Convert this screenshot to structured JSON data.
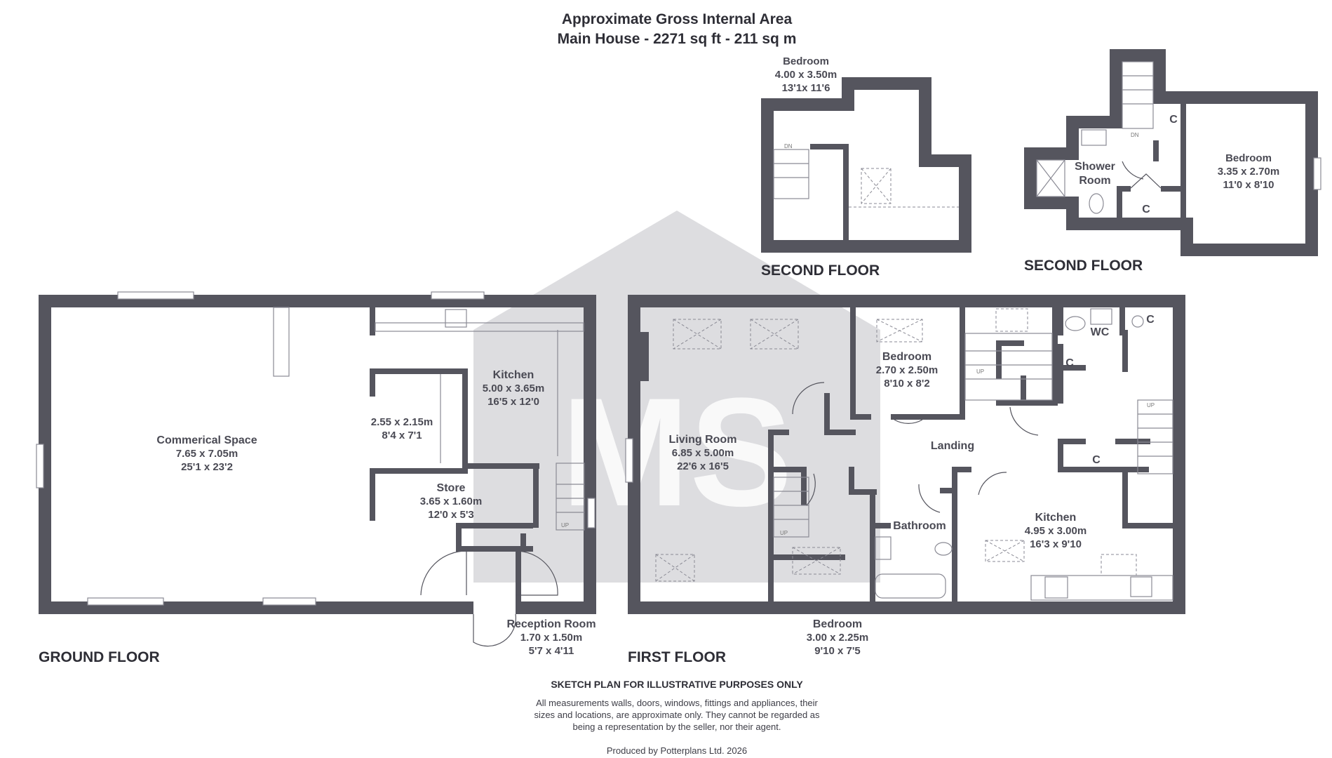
{
  "header": {
    "line1": "Approximate Gross Internal Area",
    "line2": "Main House - 2271 sq ft - 211 sq m"
  },
  "watermark": {
    "text": "MS"
  },
  "floors": {
    "ground": "GROUND FLOOR",
    "first": "FIRST FLOOR",
    "second_left": "SECOND FLOOR",
    "second_right": "SECOND FLOOR"
  },
  "rooms": {
    "commercial": {
      "name": "Commerical Space",
      "metric": "7.65 x 7.05m",
      "imperial": "25'1 x 23'2"
    },
    "gf_kitchen": {
      "name": "Kitchen",
      "metric": "5.00 x 3.65m",
      "imperial": "16'5 x 12'0"
    },
    "gf_unnamed": {
      "metric": "2.55 x 2.15m",
      "imperial": "8'4 x 7'1"
    },
    "store": {
      "name": "Store",
      "metric": "3.65 x 1.60m",
      "imperial": "12'0 x 5'3"
    },
    "reception": {
      "name": "Reception Room",
      "metric": "1.70 x 1.50m",
      "imperial": "5'7 x 4'11"
    },
    "living": {
      "name": "Living Room",
      "metric": "6.85 x 5.00m",
      "imperial": "22'6 x 16'5"
    },
    "ff_bedroom1": {
      "name": "Bedroom",
      "metric": "2.70 x 2.50m",
      "imperial": "8'10 x 8'2"
    },
    "landing": {
      "name": "Landing"
    },
    "bathroom": {
      "name": "Bathroom"
    },
    "ff_kitchen": {
      "name": "Kitchen",
      "metric": "4.95 x 3.00m",
      "imperial": "16'3 x 9'10"
    },
    "ff_bedroom2": {
      "name": "Bedroom",
      "metric": "3.00 x 2.25m",
      "imperial": "9'10 x 7'5"
    },
    "wc": {
      "name": "WC"
    },
    "sf_bedroom_left": {
      "name": "Bedroom",
      "metric": "4.00 x 3.50m",
      "imperial": "13'1x 11'6"
    },
    "shower": {
      "name1": "Shower",
      "name2": "Room"
    },
    "sf_bedroom_right": {
      "name": "Bedroom",
      "metric": "3.35 x 2.70m",
      "imperial": "11'0 x 8'10"
    }
  },
  "cupboard": "C",
  "stairs": {
    "up": "UP",
    "down": "DN"
  },
  "footer": {
    "sketch": "SKETCH PLAN FOR ILLUSTRATIVE PURPOSES ONLY",
    "disclaimer1": "All measurements walls, doors, windows, fittings and appliances, their",
    "disclaimer2": "sizes and locations, are approximate only. They cannot be regarded as",
    "disclaimer3": "being a representation by the seller, nor their agent.",
    "produced": "Produced by Potterplans Ltd. 2026"
  },
  "colors": {
    "wall": "#55555e",
    "watermark": "#d2d2d6",
    "text": "#3d3d46"
  }
}
